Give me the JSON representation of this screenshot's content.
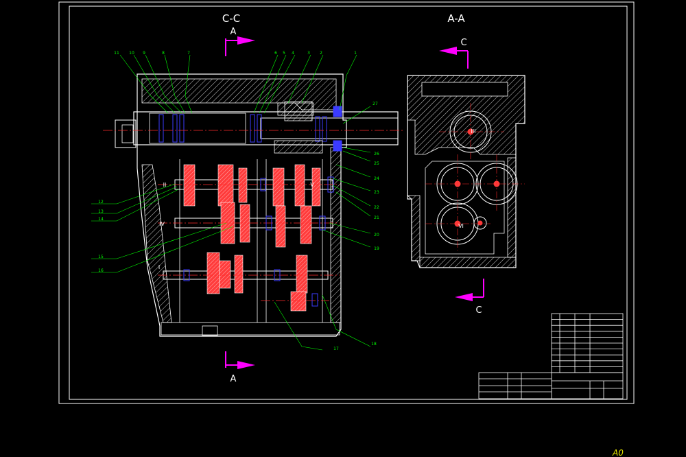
{
  "sheet": {
    "size_label": "A0",
    "view_cc": {
      "title": "C-C",
      "arrow_top": "A",
      "arrow_bottom": "A"
    },
    "view_aa": {
      "title": "A-A",
      "arrow_top": "C",
      "arrow_bottom": "C"
    }
  },
  "part_numbers_top": [
    "11",
    "10",
    "9",
    "8",
    "7",
    "6",
    "5",
    "4",
    "3",
    "2",
    "1"
  ],
  "part_numbers_left": [
    "12",
    "13",
    "14",
    "15",
    "16"
  ],
  "part_numbers_right": [
    "27",
    "26",
    "25",
    "24",
    "23",
    "22",
    "21",
    "20",
    "19",
    "18",
    "17"
  ],
  "shaft_labels": [
    "I",
    "II",
    "III",
    "IV",
    "V",
    "VI"
  ],
  "colors": {
    "outline": "#ffffff",
    "hatch": "#ffffff",
    "centerline": "#ff2a2a",
    "bearing": "#3b3bff",
    "gear_fill": "#ff3b3b",
    "leader": "#00ff00",
    "arrow": "#ff00ff",
    "frame": "#ffffff",
    "corner_mark": "#e6e600"
  }
}
